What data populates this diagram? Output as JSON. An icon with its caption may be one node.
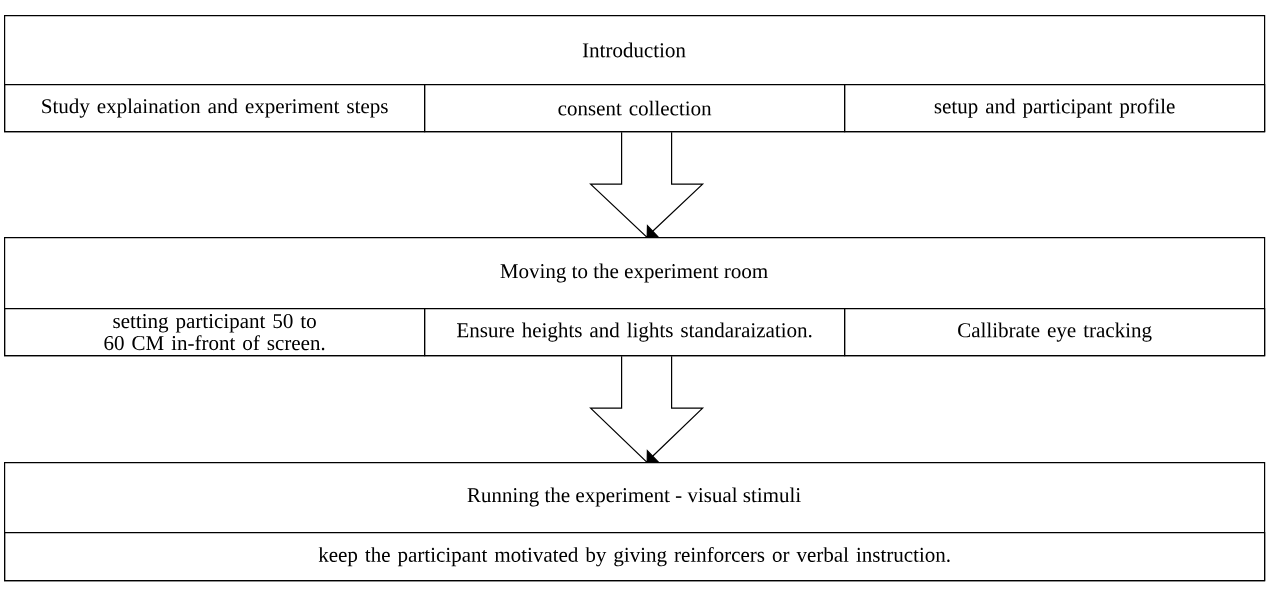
{
  "diagram": {
    "nodes": [
      {
        "text": [
          "Introduction"
        ]
      },
      {
        "text": [
          "Study explaination and experiment steps"
        ],
        "in": 0
      },
      {
        "text": [
          "consent collection"
        ],
        "in": 0
      },
      {
        "text": [
          "setup and participant profile"
        ],
        "in": 0
      },
      {
        "text": [
          "Moving to the experiment room"
        ]
      },
      {
        "text": [
          "setting participant 50 to 60 CM in-front of screen."
        ],
        "in": 4
      },
      {
        "text": [
          "Ensure heights and lights standaraization."
        ],
        "in": 4
      },
      {
        "text": [
          "Callibrate eye tracking"
        ],
        "in": 4
      },
      {
        "text": [
          "Running the experiment - visual stimuli"
        ]
      },
      {
        "text": [
          "keep the participant motivated by giving reinforcers or verbal instruction."
        ],
        "in": 8
      }
    ],
    "edges": [
      {
        "from": 2,
        "to": 4,
        "arrow": "to"
      },
      {
        "from": 6,
        "to": 8,
        "arrow": "to"
      }
    ]
  }
}
